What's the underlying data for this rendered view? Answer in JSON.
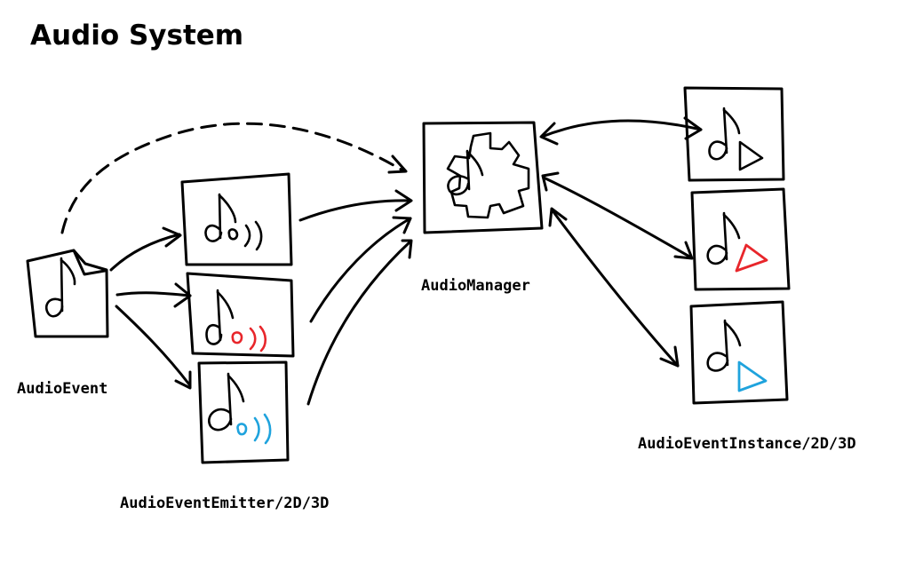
{
  "diagram": {
    "title": "Audio System",
    "labels": {
      "audio_event": "AudioEvent",
      "audio_event_emitter": "AudioEventEmitter/2D/3D",
      "audio_manager": "AudioManager",
      "audio_event_instance": "AudioEventInstance/2D/3D"
    },
    "colors": {
      "ink": "#000000",
      "red_accent": "#e8262b",
      "blue_accent": "#1fa3dd"
    },
    "icons": {
      "event": "music-note-file-icon",
      "emitter_default": "music-note-emitter-icon",
      "emitter_2d": "music-note-emitter-red-icon",
      "emitter_3d": "music-note-emitter-blue-icon",
      "manager": "music-note-gear-icon",
      "instance_default": "music-note-play-icon",
      "instance_2d": "music-note-play-red-icon",
      "instance_3d": "music-note-play-blue-icon"
    }
  }
}
